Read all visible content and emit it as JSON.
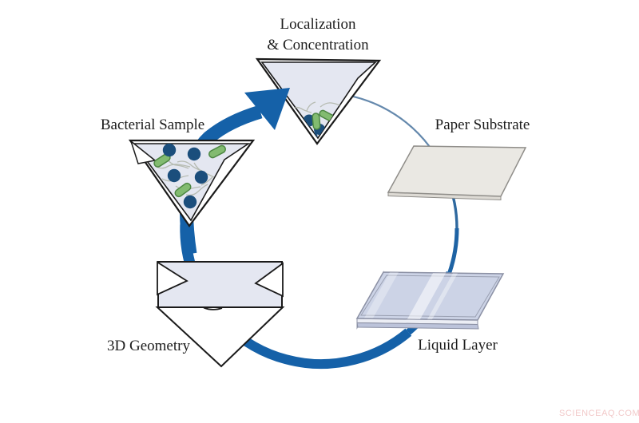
{
  "labels": {
    "localization": {
      "line1": "Localization",
      "line2": "& Concentration"
    },
    "bacterial_sample": "Bacterial Sample",
    "paper_substrate": "Paper Substrate",
    "liquid_layer": "Liquid Layer",
    "geometry_3d": "3D Geometry"
  },
  "watermark": "SCIENCEAQ.COM",
  "icons": {
    "cycle_arrow": "clockwise-tapered-cycle-arrow",
    "bacterial_sample_funnel": "paper-cone-funnel-with-dispersed-bacteria",
    "localization_funnel": "paper-cone-funnel-with-concentrated-bacteria-at-tip",
    "paper_substrate_sheet": "flat-paper-sheet",
    "liquid_layer_slab": "glossy-liquid-tray",
    "geometry_3d_shape": "unfolded-cone-paper-template"
  },
  "colors": {
    "arrow_blue": "#1561a8",
    "arc_light_blue": "#6589ad",
    "bacteria_navy": "#1b4e7c",
    "bacteria_green": "#82bb70",
    "bacteria_green_border": "#4d8743",
    "flagella_gray": "#b6bbb1",
    "funnel_fill": "#e4e7f1",
    "paper_fill": "#eae8e3",
    "liquid_fill": "#ccd3e6",
    "outline_dark": "#1a1a1a",
    "watermark_pink": "#f2c9c9",
    "background": "#ffffff"
  }
}
